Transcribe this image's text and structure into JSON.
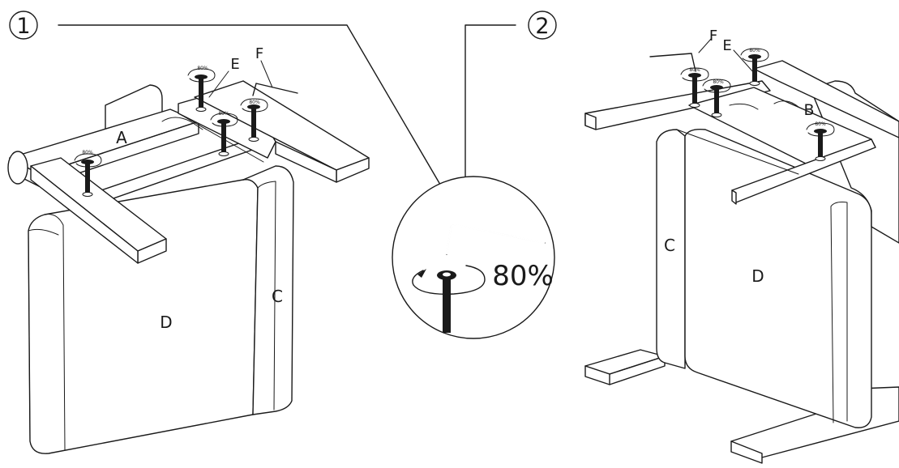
{
  "steps": {
    "step1": "1",
    "step2": "2"
  },
  "parts": {
    "A": "A",
    "B": "B",
    "C": "C",
    "D": "D",
    "E": "E",
    "F": "F"
  },
  "torque": {
    "small": "80%",
    "detail": "80%"
  },
  "icons": [
    "bolt-icon",
    "allen-key-icon",
    "rotation-arrow-icon"
  ]
}
